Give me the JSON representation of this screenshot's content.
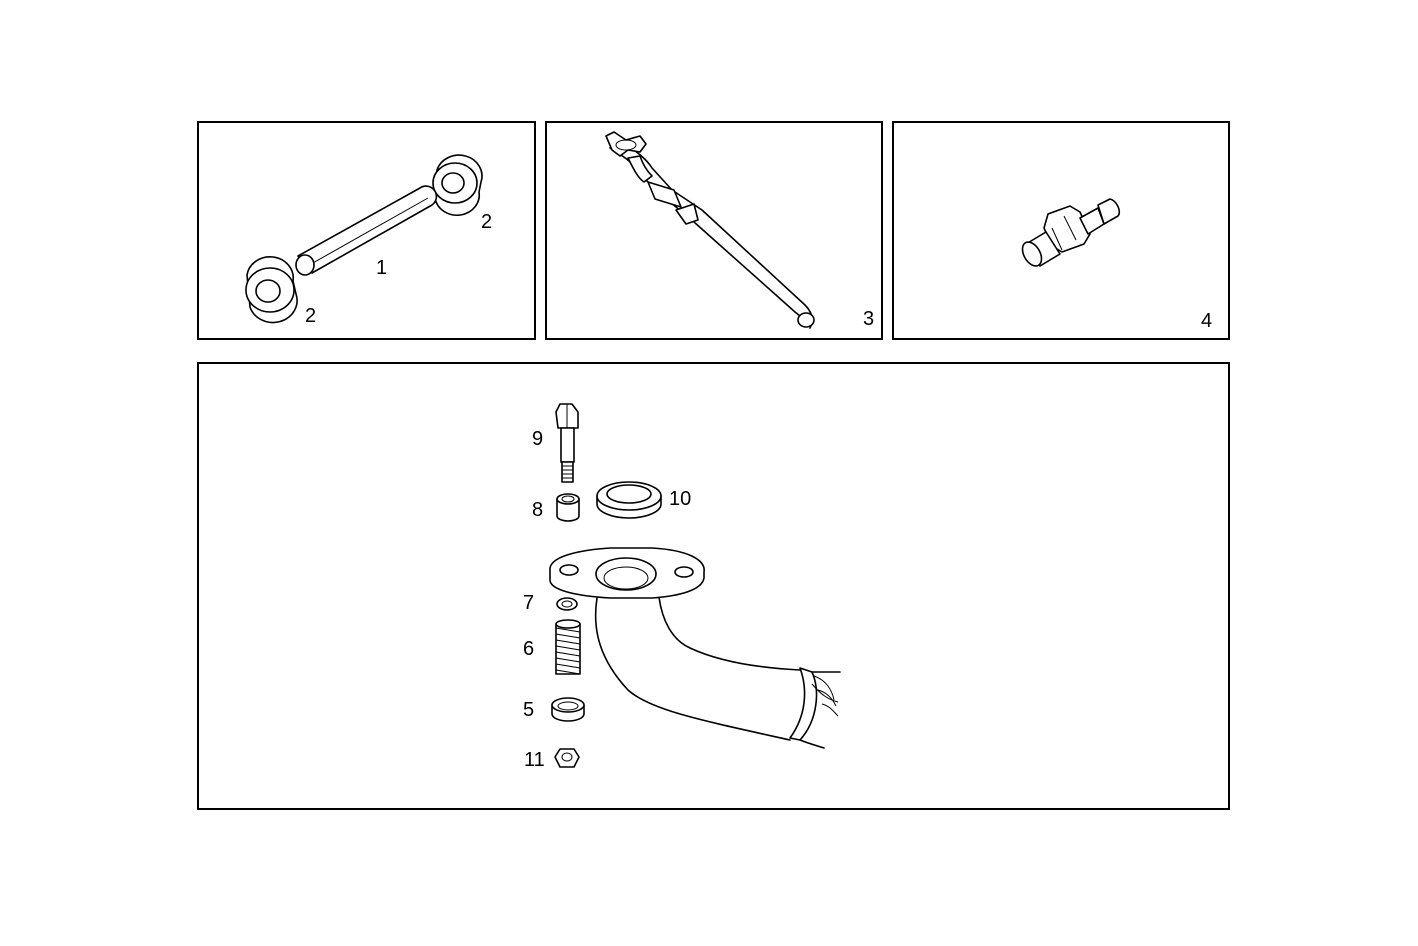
{
  "diagram": {
    "panels": [
      {
        "id": "panel-tube-grommets",
        "callouts": [
          "1",
          "2",
          "2"
        ]
      },
      {
        "id": "panel-bent-pipe",
        "callouts": [
          "3"
        ]
      },
      {
        "id": "panel-union-fitting",
        "callouts": [
          "4"
        ]
      },
      {
        "id": "panel-flange-pipe-assembly",
        "callouts": [
          "9",
          "8",
          "10",
          "7",
          "6",
          "5",
          "11"
        ]
      }
    ],
    "colors": {
      "line": "#000000",
      "background": "#ffffff"
    }
  }
}
